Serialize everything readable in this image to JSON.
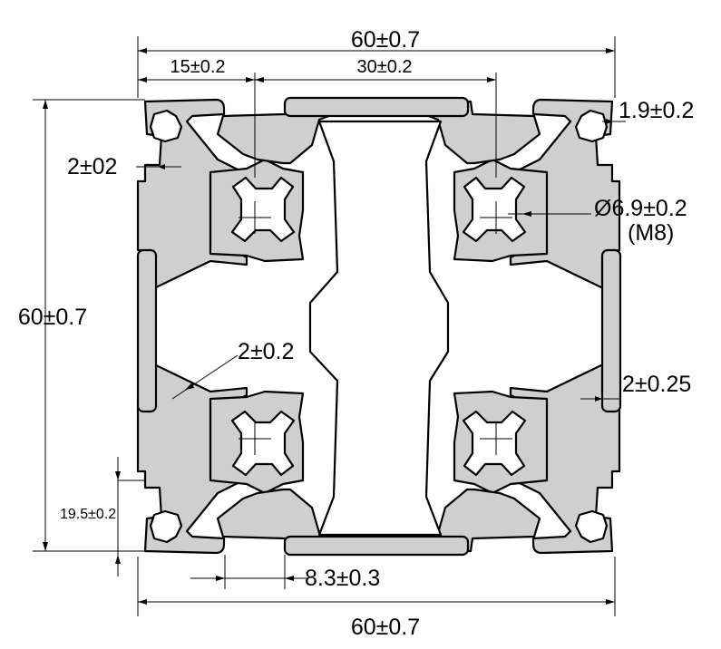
{
  "dimensions": {
    "overall_width_top": "60±0.7",
    "overall_width_bottom": "60±0.7",
    "overall_height": "60±0.7",
    "edge_to_center": "15±0.2",
    "center_spacing": "30±0.2",
    "wall_thickness_corner": "1.9±0.2",
    "wall_thickness_left": "2±02",
    "bore_diameter": "Ø6.9±0.2",
    "thread_size": "(M8)",
    "web_thickness": "2±0.2",
    "flange_thickness": "2±0.25",
    "slot_depth": "19.5±0.2",
    "slot_width": "8.3±0.3"
  },
  "colors": {
    "profile_fill": "#cfcfcf",
    "outline": "#000000",
    "background": "#ffffff"
  }
}
